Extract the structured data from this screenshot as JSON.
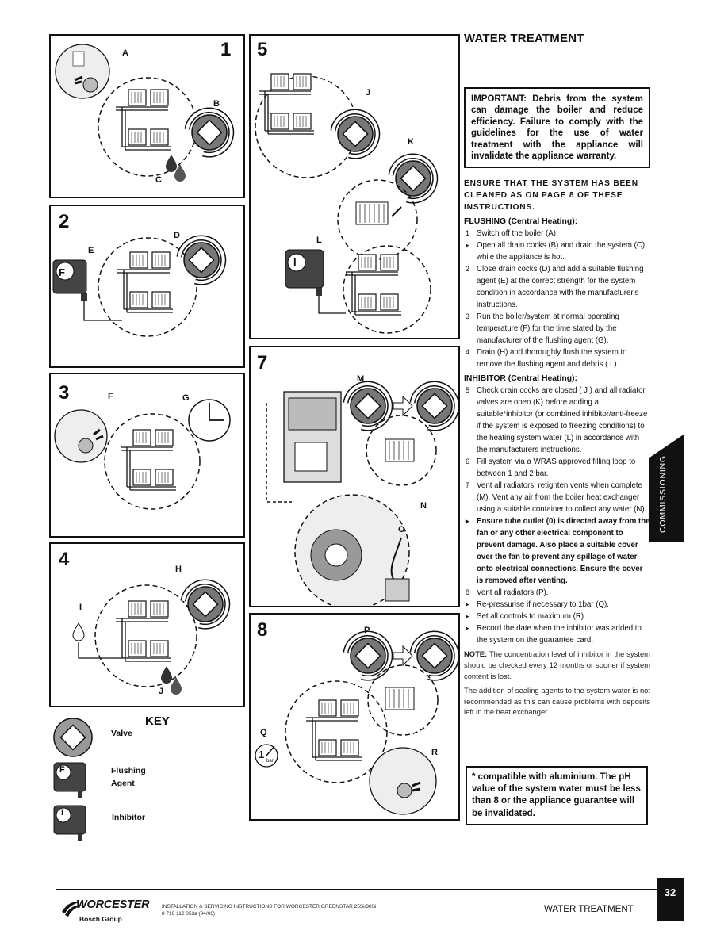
{
  "sidebar": {
    "heading": "WATER TREATMENT",
    "important": "IMPORTANT: Debris from the system can damage the boiler and reduce efficiency. Failure to comply with the guidelines for the use of water treatment with the appliance will invalidate the appliance warranty.",
    "ensure": "ENSURE THAT THE SYSTEM HAS BEEN CLEANED AS ON PAGE 8 OF THESE INSTRUCTIONS.",
    "flushing_heading": "FLUSHING (Central Heating):",
    "flushing_steps": [
      {
        "marker": "1",
        "text": "Switch off the boiler (A)."
      },
      {
        "marker": "▸",
        "text": "Open all drain cocks (B) and drain the system (C) while the appliance is hot."
      },
      {
        "marker": "2",
        "text": "Close drain cocks (D) and add a suitable flushing agent (E) at the correct strength for the system condition in accordance with the manufacturer's instructions."
      },
      {
        "marker": "3",
        "text": "Run the boiler/system at normal operating temperature (F) for the time stated by the manufacturer of the flushing agent (G)."
      },
      {
        "marker": "4",
        "text": "Drain (H) and thoroughly flush the system to remove the flushing agent and debris ( I )."
      }
    ],
    "inhibitor_heading": "INHIBITOR (Central Heating):",
    "inhibitor_steps": [
      {
        "marker": "5",
        "text": "Check drain cocks are closed ( J ) and all radiator valves are open (K) before adding a suitable*inhibitor (or combined inhibitor/anti-freeze if the system is exposed to freezing conditions) to the heating system water (L) in accordance with the manufacturers instructions.",
        "bold": false
      },
      {
        "marker": "6",
        "text": "Fill system via a WRAS approved filling loop to between 1 and 2 bar.",
        "bold": false
      },
      {
        "marker": "7",
        "text": "Vent all radiators; retighten vents when complete (M). Vent any air from the boiler heat exchanger using a suitable container to collect any water (N).",
        "bold": false
      },
      {
        "marker": "▸",
        "text": "Ensure tube outlet (0) is directed away from the fan or any other electrical component to prevent damage. Also place a suitable cover over the fan to prevent any spillage of water onto electrical connections. Ensure the cover is removed after venting.",
        "bold": true
      },
      {
        "marker": "8",
        "text": "Vent all radiators (P).",
        "bold": false
      },
      {
        "marker": "▸",
        "text": "Re-pressurise if necessary to 1bar (Q).",
        "bold": false
      },
      {
        "marker": "▸",
        "text": "Set all controls to maximum (R).",
        "bold": false
      },
      {
        "marker": "▸",
        "text": "Record the date when the inhibitor was added to the system on the guarantee card.",
        "bold": false
      }
    ],
    "note_label": "NOTE:",
    "note_text": " The concentration level of inhibitor in the system should be checked every 12 months or sooner if system content is lost.",
    "sealing_note": "The addition of sealing agents to the system water is not recommended as this can cause problems with deposits left in the heat exchanger.",
    "compatible": "* compatible with aluminium. The pH value of the system water must be less than 8 or the appliance guarantee will be invalidated."
  },
  "side_tab": "COMMISSIONING",
  "panels": {
    "p1": {
      "number": "1",
      "labels": [
        "A",
        "B",
        "C"
      ]
    },
    "p2": {
      "number": "2",
      "labels": [
        "D",
        "E"
      ]
    },
    "p3": {
      "number": "3",
      "labels": [
        "F",
        "G"
      ]
    },
    "p4": {
      "number": "4",
      "labels": [
        "H",
        "I",
        "J"
      ]
    },
    "p5": {
      "number": "5",
      "labels": [
        "J",
        "K",
        "L"
      ]
    },
    "p7": {
      "number": "7",
      "labels": [
        "M",
        "N",
        "O"
      ]
    },
    "p8": {
      "number": "8",
      "labels": [
        "P",
        "Q",
        "R"
      ]
    }
  },
  "container_letters": {
    "flushing": "F",
    "inhibitor": "I"
  },
  "pressure_gauge": {
    "value": "1",
    "unit": "bar"
  },
  "key": {
    "title": "KEY",
    "items": [
      "Valve",
      "Flushing Agent",
      "Inhibitor"
    ]
  },
  "footer": {
    "brand": "WORCESTER",
    "group": "Bosch Group",
    "doc_line1": "INSTALLATION & SERVICING INSTRUCTIONS FOR WORCESTER GREENSTAR 25Si/30Si",
    "doc_line2": "8 716 112 053a (04/06)",
    "title": "WATER TREATMENT",
    "page": "32"
  }
}
